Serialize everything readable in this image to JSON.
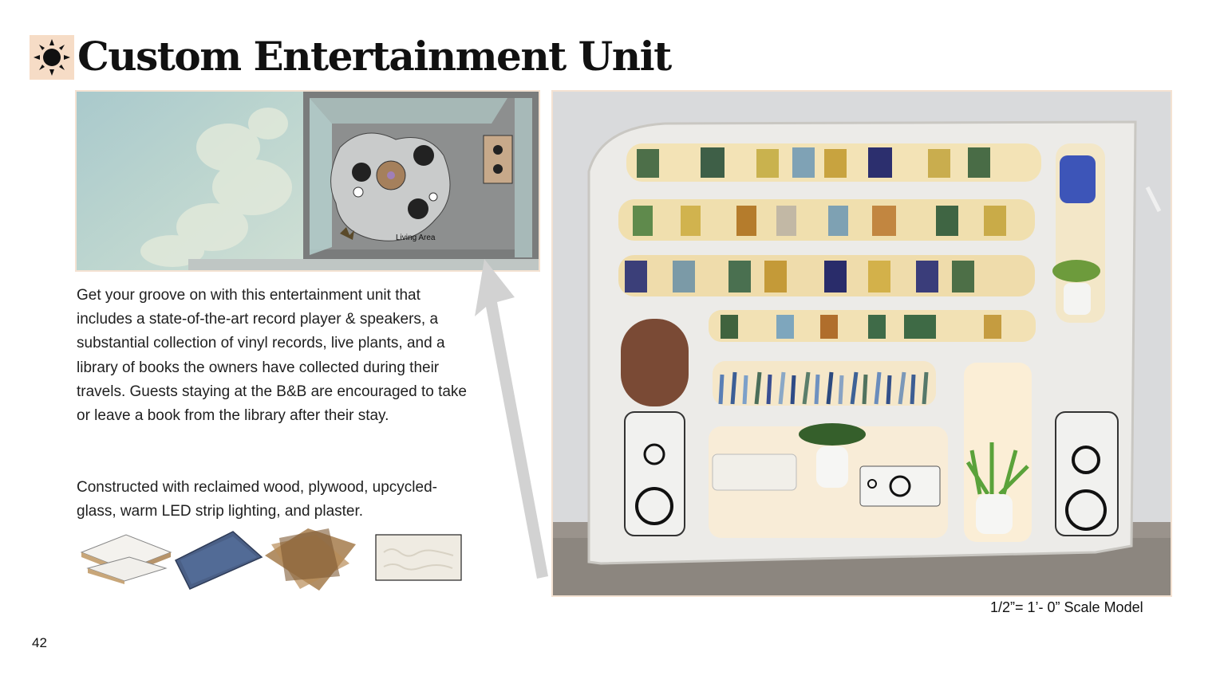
{
  "title": "Custom Entertainment Unit",
  "icons": {
    "title_badge": "sun-icon",
    "pointer": "arrow-up-icon"
  },
  "floorplan": {
    "room_label": "Living Area"
  },
  "description": "Get your groove on with this entertainment unit that includes a state-of-the-art record player & speakers, a substantial collection of vinyl records, live plants, and a library of books the owners have collected during their travels. Guests staying at the B&B are encouraged to take or leave a book from the library after their stay.",
  "construction": "Constructed with reclaimed wood, plywood, upcycled-glass, warm LED strip lighting, and plaster.",
  "materials": [
    "plywood-swatch",
    "blue-glass-swatch",
    "amber-glass-swatch",
    "plaster-swatch"
  ],
  "caption": "1/2”= 1’- 0” Scale Model",
  "page_number": "42",
  "colors": {
    "badge": "#f6dcc6",
    "frame": "#f4e2d2",
    "arrow": "#d2d2d2"
  }
}
